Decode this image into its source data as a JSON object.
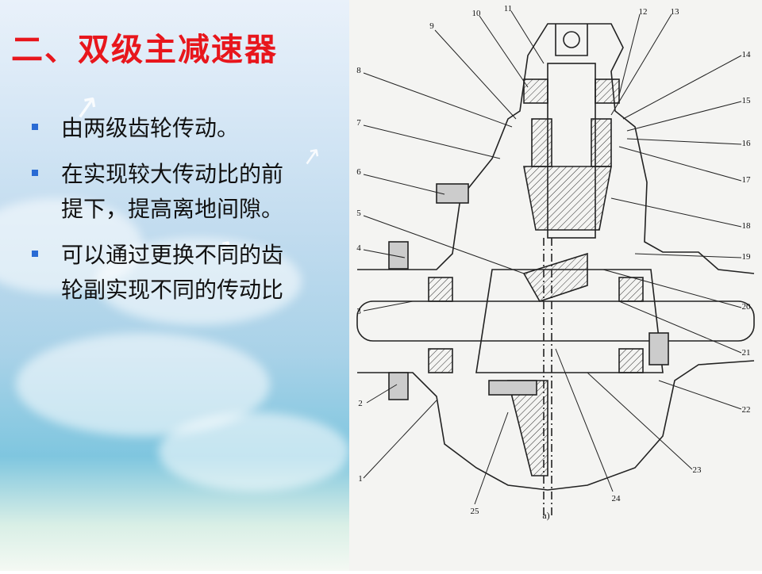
{
  "slide": {
    "title": "二、双级主减速器",
    "bullets": [
      "由两级齿轮传动。",
      "在实现较大传动比的前提下，提高离地间隙。",
      "可以通过更换不同的齿轮副实现不同的传动比"
    ]
  },
  "figure": {
    "caption": "a)",
    "callouts": [
      "1",
      "2",
      "3",
      "4",
      "5",
      "6",
      "7",
      "8",
      "9",
      "10",
      "11",
      "12",
      "13",
      "14",
      "15",
      "16",
      "17",
      "18",
      "19",
      "20",
      "21",
      "22",
      "23",
      "24",
      "25"
    ]
  },
  "colors": {
    "title": "#e8161c",
    "bullet": "#2a6bd4",
    "text": "#111111"
  }
}
